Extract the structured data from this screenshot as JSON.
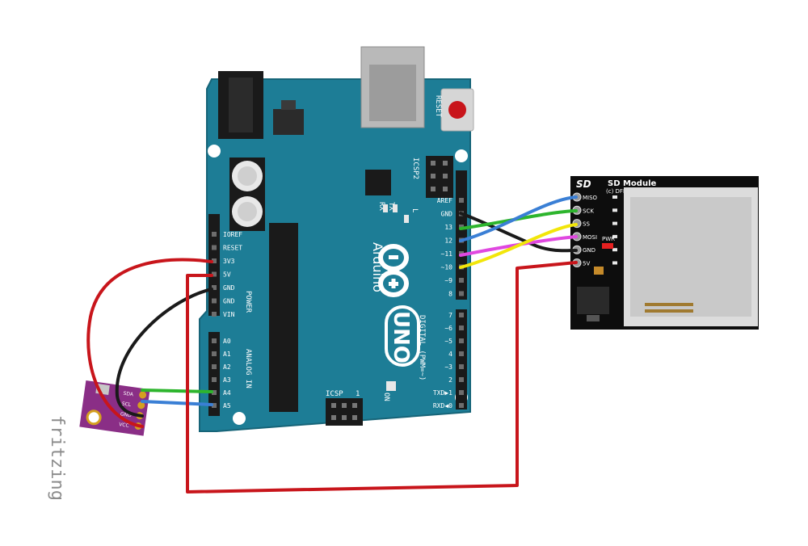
{
  "arduino": {
    "reset_label": "RESET",
    "icsp2_label": "ICSP2",
    "icsp_label": "ICSP",
    "icsp_pin1": "1",
    "brand": "Arduino",
    "model": "UNO",
    "tx_label": "TX",
    "rx_label": "RX",
    "l_label": "L",
    "on_label": "ON",
    "power_label": "POWER",
    "analog_in_label": "ANALOG IN",
    "digital_label": "DIGITAL (PWM=~)",
    "power_pins": [
      "IOREF",
      "RESET",
      "3V3",
      "5V",
      "GND",
      "GND",
      "VIN"
    ],
    "analog_pins": [
      "A0",
      "A1",
      "A2",
      "A3",
      "A4",
      "A5"
    ],
    "digital_top_pins": [
      "AREF",
      "GND",
      "13",
      "12",
      "~11",
      "~10",
      "~9",
      "8"
    ],
    "digital_bottom_pins": [
      "7",
      "~6",
      "~5",
      "4",
      "~3",
      "2",
      "TXD▶1",
      "RXD◀0"
    ]
  },
  "sd_module": {
    "title": "SD Module",
    "maker": "(c) DFRobot.com",
    "logo": "SD",
    "pins": [
      "MISO",
      "SCK",
      "SS",
      "MOSI",
      "GND",
      "5V"
    ],
    "pwr_label": "PWR"
  },
  "sensor": {
    "pins": [
      "SDA",
      "SCL",
      "GND",
      "VCC"
    ]
  },
  "wire_colors": {
    "red": "#c8151b",
    "black": "#1a1a1a",
    "green": "#2db52d",
    "blue": "#3a7fd5",
    "yellow": "#f2e60a",
    "magenta": "#e048e0"
  },
  "watermark": "fritzing"
}
